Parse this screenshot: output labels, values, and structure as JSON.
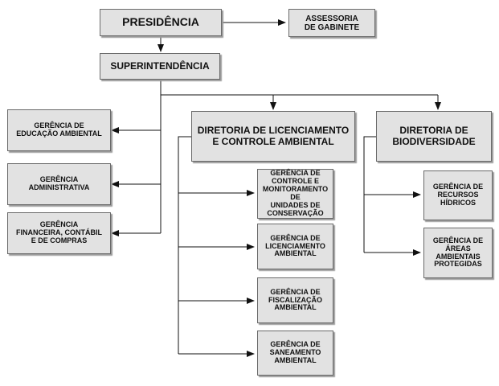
{
  "presidencia": "PRESIDÊNCIA",
  "assessoria": "ASSESSORIA\nDE GABINETE",
  "superintendencia": "SUPERINTENDÊNCIA",
  "gerencias_superintendencia": {
    "educacao": "GERÊNCIA DE\nEDUCAÇÃO AMBIENTAL",
    "administrativa": "GERÊNCIA\nADMINISTRATIVA",
    "financeira": "GERÊNCIA\nFINANCEIRA, CONTÁBIL\nE DE COMPRAS"
  },
  "diretoria_licenciamento": {
    "title": "DIRETORIA DE LICENCIAMENTO\nE CONTROLE AMBIENTAL",
    "gerencias": [
      "GERÊNCIA DE\nCONTROLE E\nMONITORAMENTO DE\nUNIDADES DE\nCONSERVAÇÃO",
      "GERÊNCIA DE\nLICENCIAMENTO\nAMBIENTAL",
      "GERÊNCIA DE\nFISCALIZAÇÃO\nAMBIENTAL",
      "GERÊNCIA DE\nSANEAMENTO\nAMBIENTAL"
    ]
  },
  "diretoria_biodiversidade": {
    "title": "DIRETORIA DE\nBIODIVERSIDADE",
    "gerencias": [
      "GERÊNCIA DE\nRECURSOS\nHÍDRICOS",
      "GERÊNCIA DE\nÁREAS\nAMBIENTAIS\nPROTEGIDAS"
    ]
  }
}
